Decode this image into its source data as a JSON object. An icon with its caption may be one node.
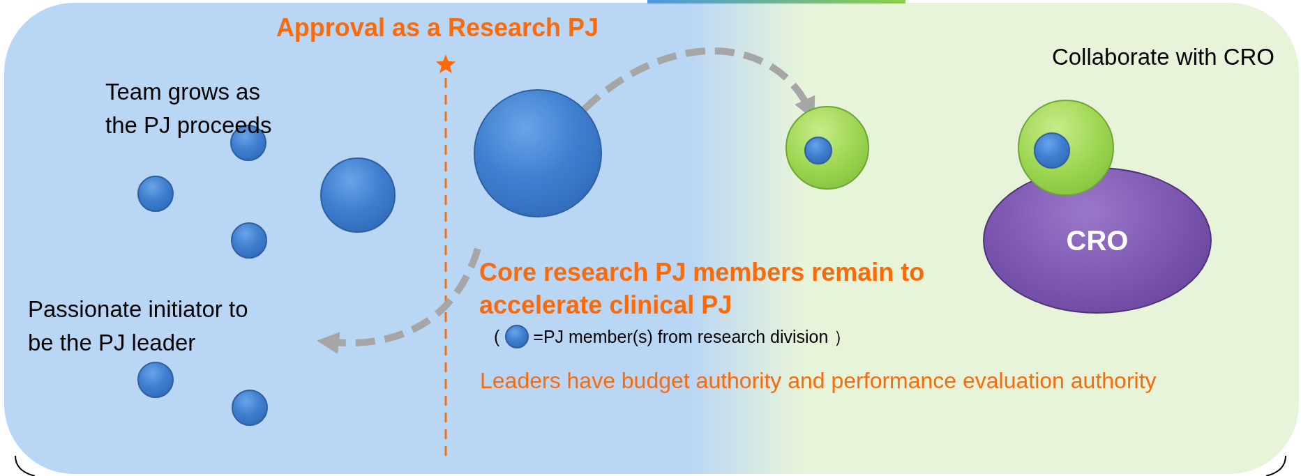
{
  "diagram": {
    "nodes": [
      {
        "text": [],
        "shape": "circle"
      },
      {
        "text": [],
        "shape": "circle"
      },
      {
        "text": [],
        "shape": "circle"
      },
      {
        "text": [],
        "shape": "circle"
      },
      {
        "text": [],
        "shape": "circle"
      },
      {
        "text": [],
        "shape": "circle"
      },
      {
        "text": [],
        "shape": "circle"
      },
      {
        "text": [],
        "shape": "circle"
      },
      {
        "text": [],
        "shape": "circle",
        "in": 7
      },
      {
        "text": [
          "CRO"
        ]
      },
      {
        "text": [],
        "shape": "circle"
      },
      {
        "text": [],
        "shape": "circle",
        "in": 10
      },
      {
        "text": [
          "Passionate initiator to be the PJ leader"
        ]
      }
    ],
    "edges": [
      {
        "from": 6,
        "to": 7,
        "arrow": "to",
        "style": "dashed"
      },
      {
        "from": null,
        "to": 12,
        "arrow": "to",
        "style": "dashed"
      }
    ],
    "labels": [
      "Approval as a Research PJ",
      "Collaborate with CRO",
      "Team grows as the PJ proceeds",
      "Core research PJ members remain to accelerate clinical PJ",
      "(",
      "）",
      "Leaders have budget authority and performance evaluation authority"
    ],
    "legend": [
      {
        "text": "=PJ member(s) from research division"
      }
    ]
  }
}
